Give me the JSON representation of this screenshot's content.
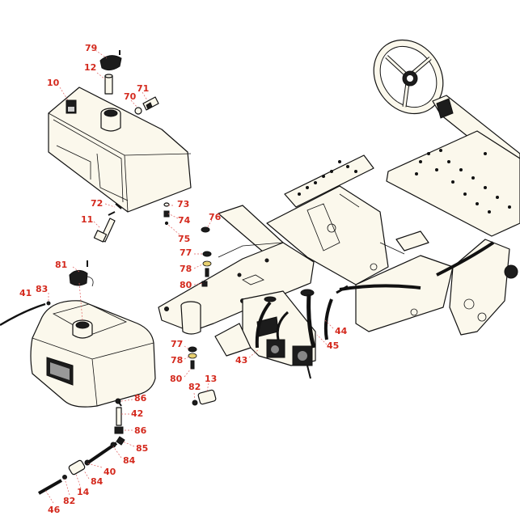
{
  "accent_color": "#d42a1e",
  "callouts": [
    {
      "id": "c79a",
      "label": "79"
    },
    {
      "id": "c12",
      "label": "12"
    },
    {
      "id": "c10",
      "label": "10"
    },
    {
      "id": "c71",
      "label": "71"
    },
    {
      "id": "c70",
      "label": "70"
    },
    {
      "id": "c72",
      "label": "72"
    },
    {
      "id": "c11",
      "label": "11"
    },
    {
      "id": "c73",
      "label": "73"
    },
    {
      "id": "c74",
      "label": "74"
    },
    {
      "id": "c75",
      "label": "75"
    },
    {
      "id": "c76",
      "label": "76"
    },
    {
      "id": "c77a",
      "label": "77"
    },
    {
      "id": "c78a",
      "label": "78"
    },
    {
      "id": "c80a",
      "label": "80"
    },
    {
      "id": "c81",
      "label": "81"
    },
    {
      "id": "c41",
      "label": "41"
    },
    {
      "id": "c83",
      "label": "83"
    },
    {
      "id": "c44",
      "label": "44"
    },
    {
      "id": "c45",
      "label": "45"
    },
    {
      "id": "c43",
      "label": "43"
    },
    {
      "id": "c77b",
      "label": "77"
    },
    {
      "id": "c78b",
      "label": "78"
    },
    {
      "id": "c80b",
      "label": "80"
    },
    {
      "id": "c13",
      "label": "13"
    },
    {
      "id": "c82a",
      "label": "82"
    },
    {
      "id": "c86a",
      "label": "86"
    },
    {
      "id": "c42",
      "label": "42"
    },
    {
      "id": "c86b",
      "label": "86"
    },
    {
      "id": "c85",
      "label": "85"
    },
    {
      "id": "c84a",
      "label": "84"
    },
    {
      "id": "c40",
      "label": "40"
    },
    {
      "id": "c84b",
      "label": "84"
    },
    {
      "id": "c14",
      "label": "14"
    },
    {
      "id": "c82b",
      "label": "82"
    },
    {
      "id": "c46",
      "label": "46"
    }
  ]
}
